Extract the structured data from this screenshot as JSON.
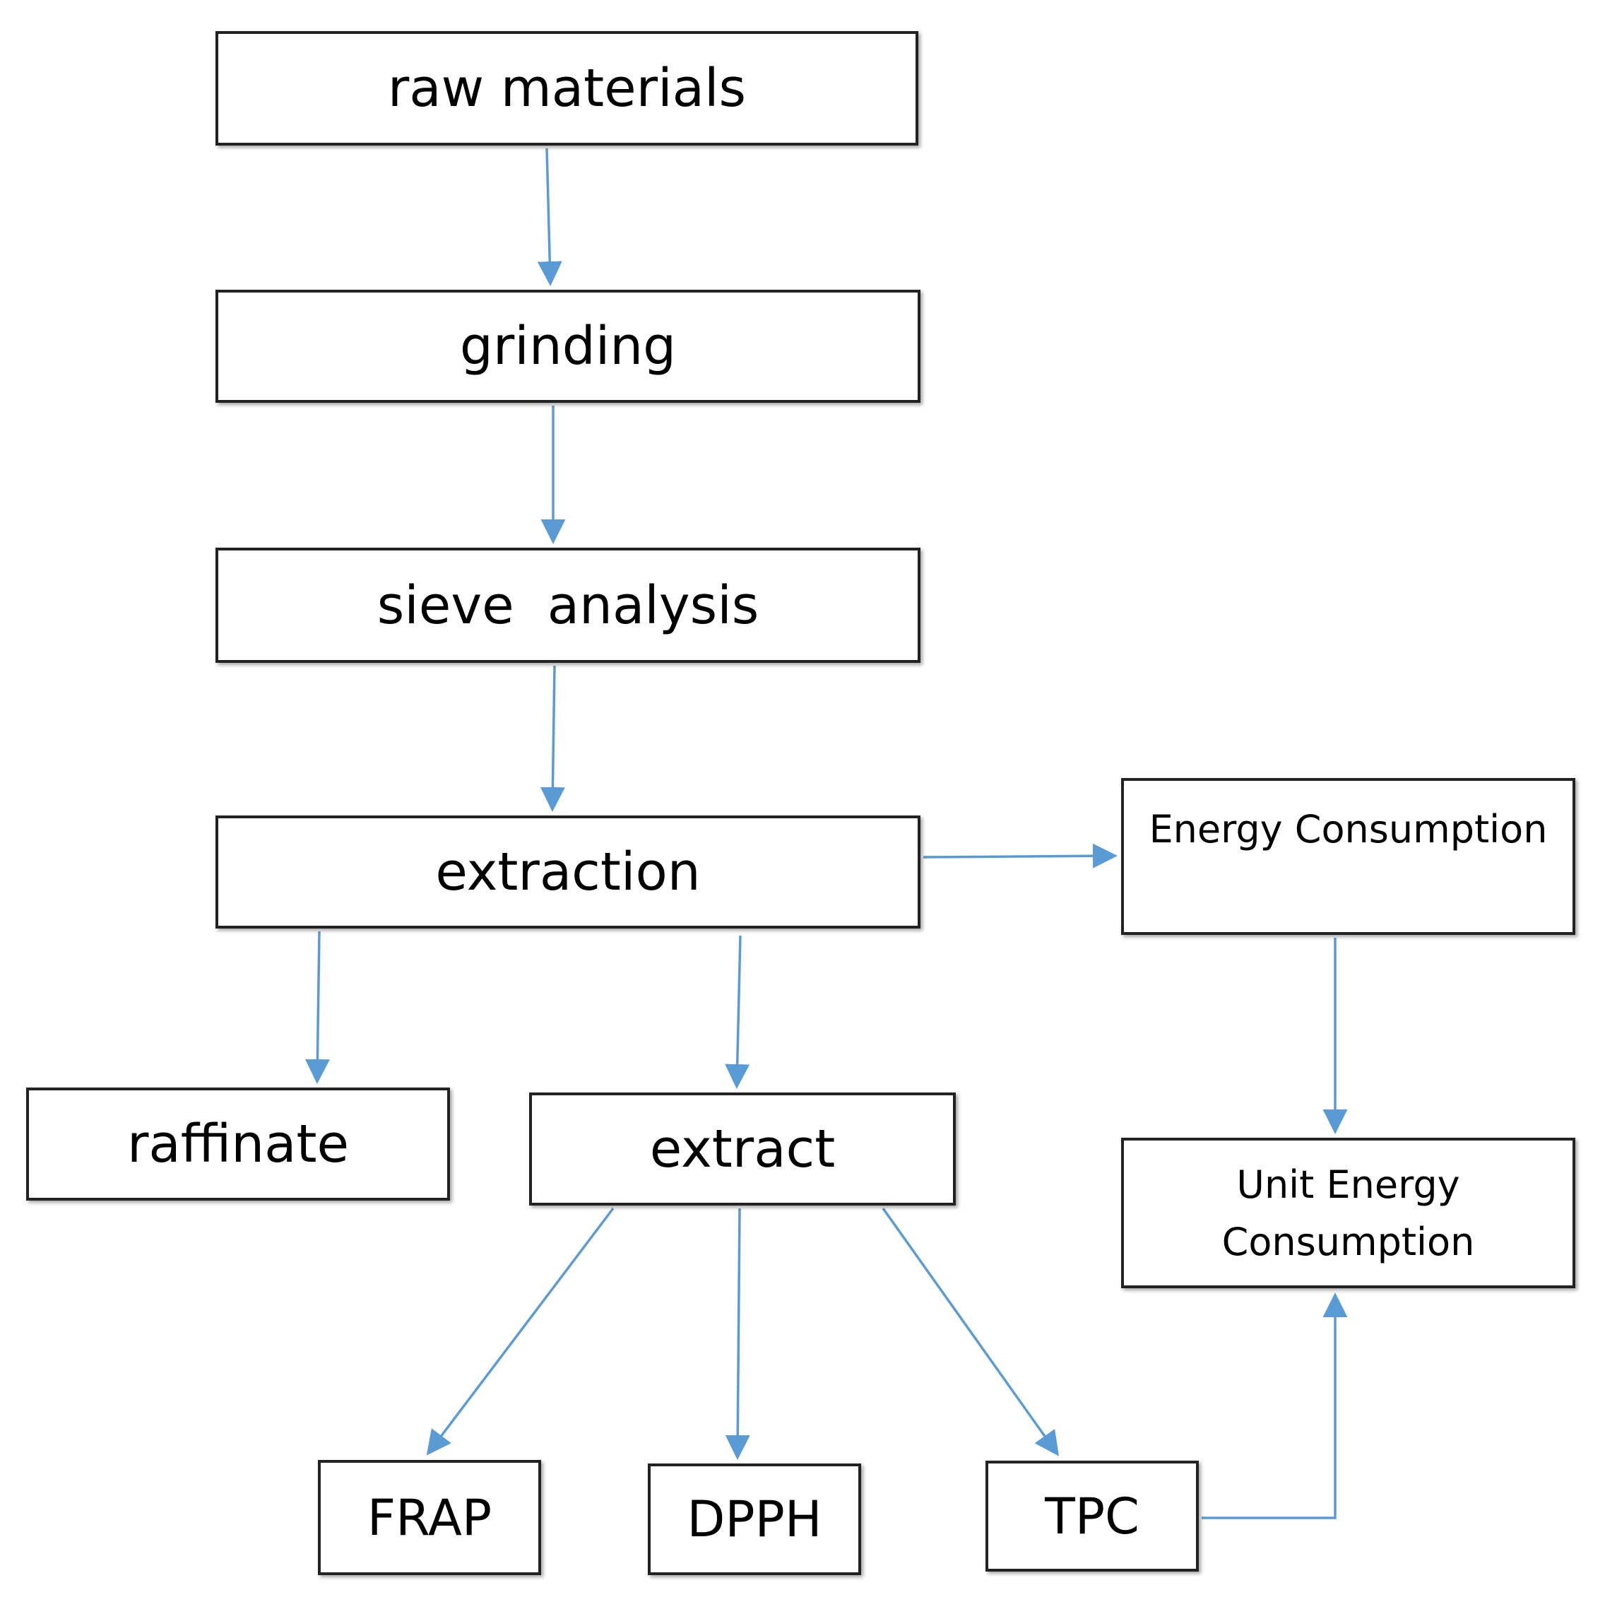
{
  "diagram": {
    "nodes": {
      "raw_materials": "raw materials",
      "grinding": "grinding",
      "sieve_analysis": "sieve  analysis",
      "extraction": "extraction",
      "energy_consumption": "Energy Consumption",
      "raffinate": "raffinate",
      "extract": "extract",
      "unit_energy_line1": "Unit Energy",
      "unit_energy_line2": "Consumption",
      "frap": "FRAP",
      "dpph": "DPPH",
      "tpc": "TPC"
    },
    "edges": [
      {
        "from": "raw materials",
        "to": "grinding"
      },
      {
        "from": "grinding",
        "to": "sieve analysis"
      },
      {
        "from": "sieve analysis",
        "to": "extraction"
      },
      {
        "from": "extraction",
        "to": "Energy Consumption"
      },
      {
        "from": "extraction",
        "to": "raffinate"
      },
      {
        "from": "extraction",
        "to": "extract"
      },
      {
        "from": "extract",
        "to": "FRAP"
      },
      {
        "from": "extract",
        "to": "DPPH"
      },
      {
        "from": "extract",
        "to": "TPC"
      },
      {
        "from": "Energy Consumption",
        "to": "Unit Energy Consumption"
      },
      {
        "from": "TPC",
        "to": "Unit Energy Consumption"
      }
    ],
    "colors": {
      "arrow": "#5b9bd5",
      "border": "#222222"
    }
  }
}
